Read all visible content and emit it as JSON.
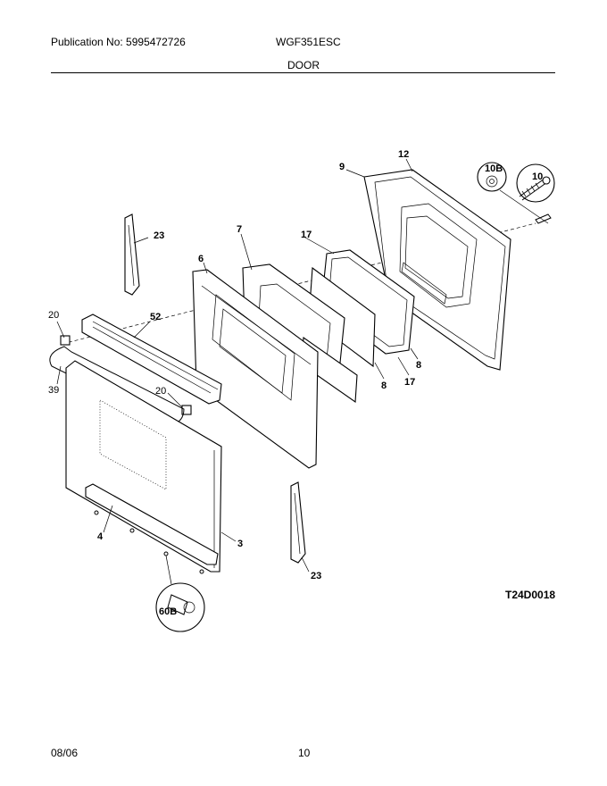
{
  "header": {
    "publication": "Publication No: 5995472726",
    "model": "WGF351ESC",
    "section": "DOOR"
  },
  "footer": {
    "date": "08/06",
    "page": "10"
  },
  "diagram_code": "T24D0018",
  "callouts": {
    "c12": "12",
    "c9": "9",
    "c10b": "10B",
    "c10": "10",
    "c23a": "23",
    "c7": "7",
    "c17a": "17",
    "c6": "6",
    "c20a": "20",
    "c52": "52",
    "c8a": "8",
    "c8b": "8",
    "c17b": "17",
    "c39": "39",
    "c20b": "20",
    "c4": "4",
    "c3": "3",
    "c23b": "23",
    "c60b": "60B"
  }
}
